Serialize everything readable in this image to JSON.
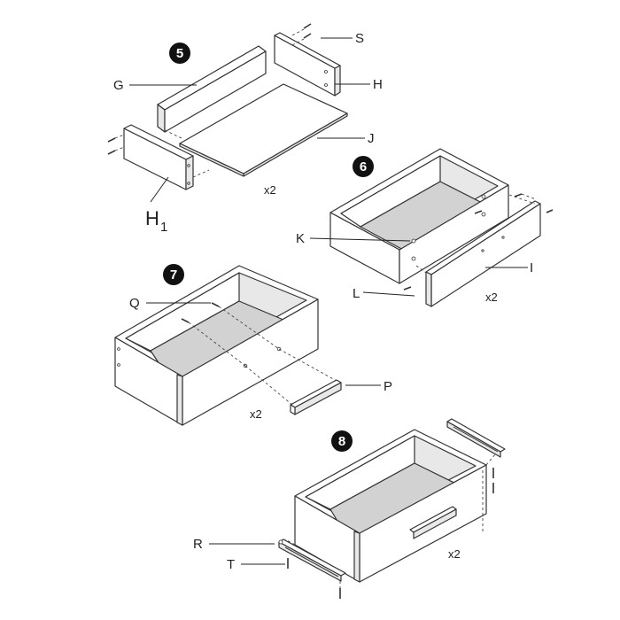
{
  "steps": {
    "five": {
      "number": "5",
      "labels": {
        "s": "S",
        "g": "G",
        "h": "H",
        "j": "J",
        "h1_main": "H",
        "h1_sub": "1"
      },
      "quantity": "x2"
    },
    "six": {
      "number": "6",
      "labels": {
        "k": "K",
        "l": "L",
        "i": "I"
      },
      "quantity": "x2"
    },
    "seven": {
      "number": "7",
      "labels": {
        "q": "Q",
        "p": "P"
      },
      "quantity": "x2"
    },
    "eight": {
      "number": "8",
      "labels": {
        "r": "R",
        "t": "T"
      },
      "quantity": "x2"
    }
  },
  "colors": {
    "badge": "#111111",
    "line": "#333333",
    "panel": "#ffffff",
    "shade": "#e8e8e8"
  }
}
